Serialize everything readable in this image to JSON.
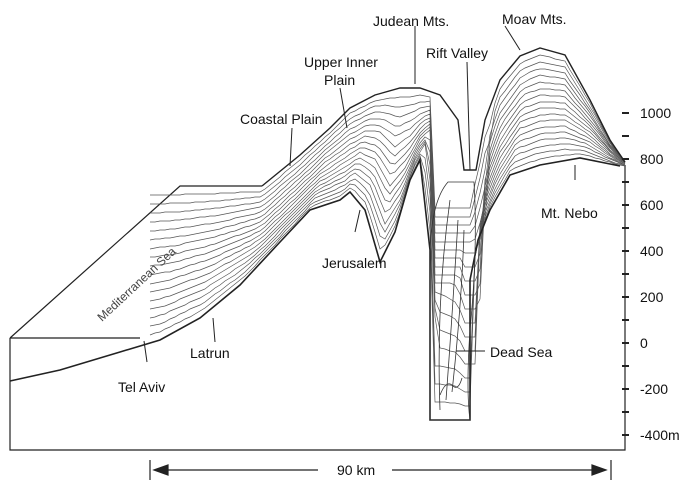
{
  "labels": {
    "judean": "Judean Mts.",
    "moav": "Moav Mts.",
    "upper_line1": "Upper Inner",
    "upper_line2": "Plain",
    "rift": "Rift Valley",
    "coastal": "Coastal Plain",
    "jerusalem": "Jerusalem",
    "nebo": "Mt. Nebo",
    "sea": "Mediterranean  Sea",
    "latrun": "Latrun",
    "telaviv": "Tel Aviv",
    "deadsea": "Dead Sea"
  },
  "scale": {
    "ticks": [
      "1000",
      "800",
      "600",
      "400",
      "200",
      "0",
      "-200",
      "-400m"
    ],
    "distance": "90 km"
  },
  "colors": {
    "ink": "#222222",
    "contour": "#555555",
    "paper": "#ffffff"
  }
}
